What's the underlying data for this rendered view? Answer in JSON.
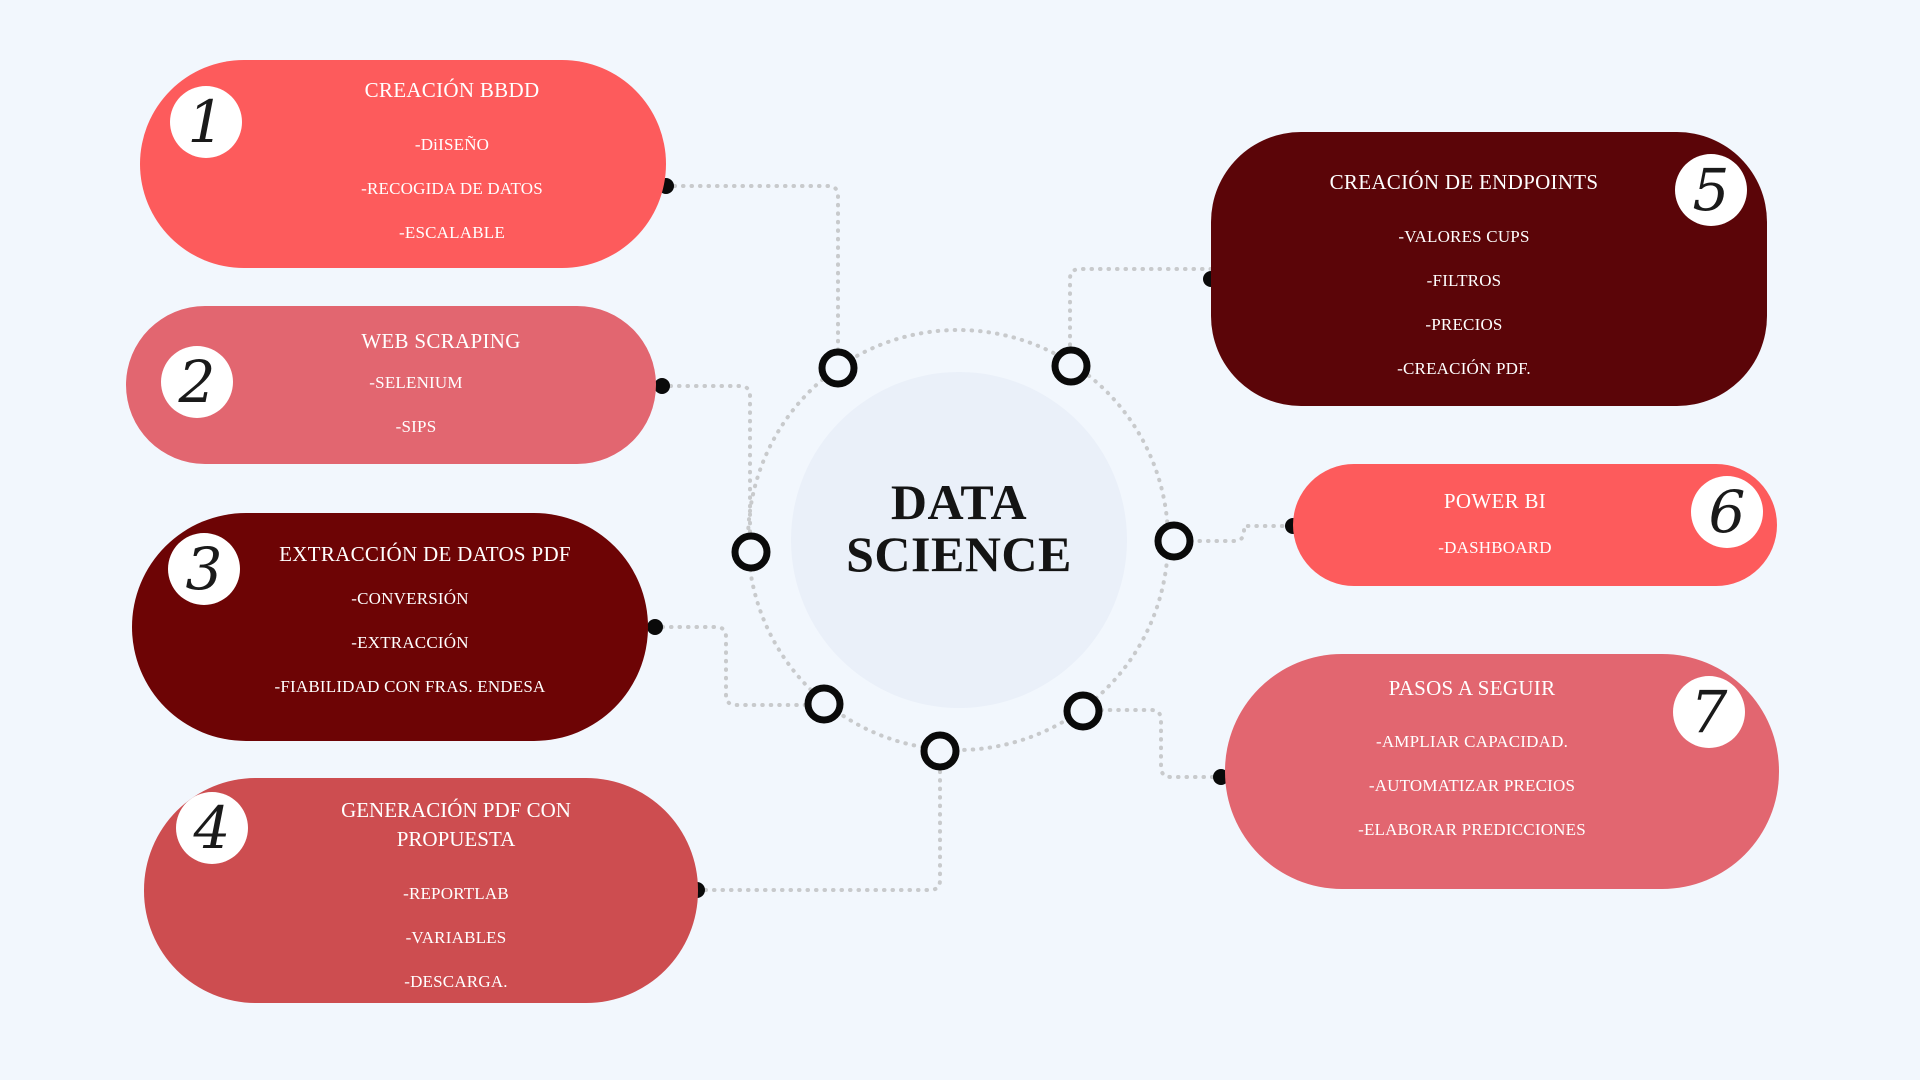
{
  "center": {
    "line1": "DATA",
    "line2": "SCIENCE"
  },
  "colors": {
    "background": "#f2f7fd",
    "coral": "#fd5b5c",
    "rose": "#e26670",
    "maroon": "#5b0508",
    "dark_red": "#6d0405",
    "brick": "#cd4d50",
    "connector": "#c8cacc",
    "node": "#0a0a0a"
  },
  "nodes": [
    {
      "number": "1",
      "title": "CREACIÓN BBDD",
      "items": [
        "-DiISEÑO",
        "-RECOGIDA DE DATOS",
        "-ESCALABLE"
      ]
    },
    {
      "number": "2",
      "title": "WEB SCRAPING",
      "items": [
        "-SELENIUM",
        "-SIPS"
      ]
    },
    {
      "number": "3",
      "title": "EXTRACCIÓN DE DATOS PDF",
      "items": [
        "-CONVERSIÓN",
        "-EXTRACCIÓN",
        "-FIABILIDAD CON FRAS. ENDESA"
      ]
    },
    {
      "number": "4",
      "title_lines": [
        "GENERACIÓN PDF CON",
        "PROPUESTA"
      ],
      "items": [
        "-REPORTLAB",
        "-VARIABLES",
        "-DESCARGA."
      ]
    },
    {
      "number": "5",
      "title": "CREACIÓN DE ENDPOINTS",
      "items": [
        "-VALORES CUPS",
        "-FILTROS",
        "-PRECIOS",
        "-CREACIÓN PDF."
      ]
    },
    {
      "number": "6",
      "title": "POWER BI",
      "items": [
        "-DASHBOARD"
      ]
    },
    {
      "number": "7",
      "title": "PASOS A SEGUIR",
      "items": [
        "-AMPLIAR CAPACIDAD.",
        "-AUTOMATIZAR PRECIOS",
        "-ELABORAR PREDICCIONES"
      ]
    }
  ]
}
